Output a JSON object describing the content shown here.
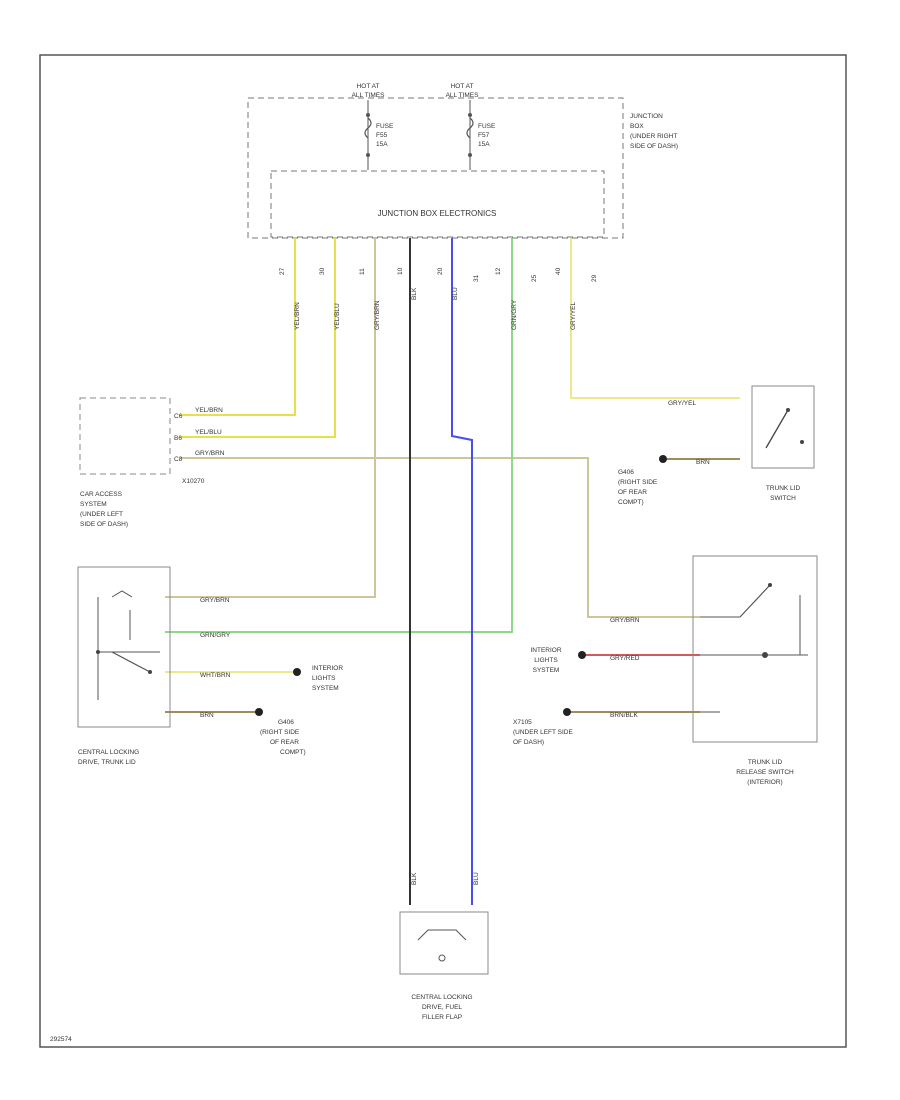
{
  "junction_box": {
    "hot_left": [
      "HOT AT",
      "ALL TIMES"
    ],
    "hot_right": [
      "HOT AT",
      "ALL TIMES"
    ],
    "fuse_left": [
      "FUSE",
      "F55",
      "15A"
    ],
    "fuse_right": [
      "FUSE",
      "F57",
      "15A"
    ],
    "electronics_label": "JUNCTION BOX ELECTRONICS",
    "name": [
      "JUNCTION",
      "BOX",
      "(UNDER RIGHT",
      "SIDE OF DASH)"
    ],
    "pins": [
      "27",
      "30",
      "11",
      "10",
      "20",
      "31",
      "12",
      "25",
      "40",
      "29"
    ]
  },
  "wire_colors": [
    "YEL/BRN",
    "YEL/BLU",
    "GRY/BRN",
    "BLK",
    "BLU",
    "GRN/GRY",
    "GRY/YEL"
  ],
  "car_access": {
    "pins": [
      "C6",
      "B6",
      "C8"
    ],
    "wires": [
      "YEL/BRN",
      "YEL/BLU",
      "GRY/BRN"
    ],
    "connector": "X10270",
    "name": [
      "CAR ACCESS",
      "SYSTEM",
      "(UNDER LEFT",
      "SIDE OF DASH)"
    ]
  },
  "trunk_lid_switch": {
    "wire_top": "GRY/YEL",
    "wire_bottom": "BRN",
    "ground": [
      "G406",
      "(RIGHT SIDE",
      "OF REAR",
      "COMPT)"
    ],
    "name": [
      "TRUNK LID",
      "SWITCH"
    ]
  },
  "central_locking_trunk": {
    "wires": [
      "GRY/BRN",
      "GRN/GRY",
      "WHT/BRN",
      "BRN"
    ],
    "to_interior": [
      "INTERIOR",
      "LIGHTS",
      "SYSTEM"
    ],
    "ground": [
      "G406",
      "(RIGHT SIDE",
      "OF REAR",
      "COMPT)"
    ],
    "name": [
      "CENTRAL LOCKING",
      "DRIVE, TRUNK LID"
    ]
  },
  "trunk_release": {
    "wires": [
      "GRY/BRN",
      "GRY/RED",
      "BRN/BLK"
    ],
    "from_interior": [
      "INTERIOR",
      "LIGHTS",
      "SYSTEM"
    ],
    "ground": [
      "X7105",
      "(UNDER LEFT SIDE",
      "OF DASH)"
    ],
    "name": [
      "TRUNK LID",
      "RELEASE SWITCH",
      "(INTERIOR)"
    ]
  },
  "fuel_flap": {
    "wires": [
      "BLK",
      "BLU"
    ],
    "name": [
      "CENTRAL LOCKING",
      "DRIVE, FUEL",
      "FILLER FLAP"
    ]
  },
  "diagram_id": "292574",
  "colors": {
    "yellow": "#e6e04a",
    "yellow_light": "#ece98c",
    "tan": "#cfc59a",
    "green": "#8fd88a",
    "blue": "#4a4ef0",
    "black": "#333333",
    "red": "#d25a5a",
    "brown": "#a08c5a"
  }
}
